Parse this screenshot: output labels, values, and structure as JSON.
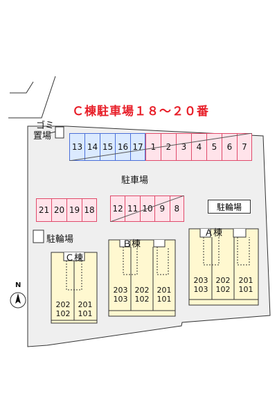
{
  "title": "Ｃ棟駐車場１８～２０番",
  "labels": {
    "garbage_line1": "ゴミ",
    "garbage_line2": "置場",
    "parking": "駐車場",
    "bike_parking_right": "駐輪場",
    "bike_parking_left": "駐輪場",
    "north": "N"
  },
  "parking_rows": {
    "top_blue": [
      "13",
      "14",
      "15",
      "16",
      "17"
    ],
    "top_pink": [
      "1",
      "2",
      "3",
      "4",
      "5",
      "6",
      "7"
    ],
    "middle_left": [
      "21",
      "20",
      "19",
      "18"
    ],
    "middle_right": [
      "12",
      "11",
      "10",
      "9",
      "8"
    ]
  },
  "buildings": {
    "c": {
      "name": "Ｃ棟",
      "rooms": [
        [
          "202",
          "102"
        ],
        [
          "201",
          "101"
        ]
      ]
    },
    "b": {
      "name": "Ｂ棟",
      "rooms": [
        [
          "203",
          "103"
        ],
        [
          "202",
          "102"
        ],
        [
          "201",
          "101"
        ]
      ]
    },
    "a": {
      "name": "Ａ棟",
      "rooms": [
        [
          "203",
          "103"
        ],
        [
          "202",
          "102"
        ],
        [
          "201",
          "101"
        ]
      ]
    }
  },
  "colors": {
    "title": "#e8202a",
    "blue_slot_fill": "#dbeaff",
    "blue_slot_border": "#4a6fd8",
    "pink_slot_fill": "#ffe3ea",
    "pink_slot_border": "#e04a6a",
    "lot": "#efefef",
    "building": "#fff8d0"
  }
}
